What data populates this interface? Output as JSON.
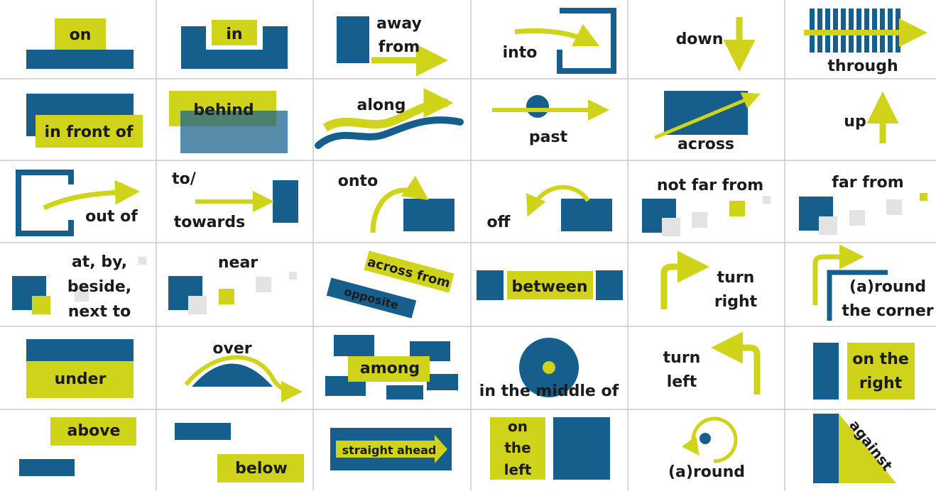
{
  "colors": {
    "blue": "#165f8c",
    "yellow": "#cfd31a",
    "gray": "#e3e3e3",
    "ink": "#1b1b1b",
    "line": "#cccccc"
  },
  "labels": {
    "on": "on",
    "in": "in",
    "away_from_1": "away",
    "away_from_2": "from",
    "into": "into",
    "down": "down",
    "through": "through",
    "in_front_of": "in front of",
    "behind": "behind",
    "along": "along",
    "past": "past",
    "across": "across",
    "up": "up",
    "out_of": "out of",
    "to_towards_1": "to/",
    "to_towards_2": "towards",
    "onto": "onto",
    "off": "off",
    "not_far_from": "not far from",
    "far_from": "far from",
    "at_by_1": "at, by,",
    "at_by_2": "beside,",
    "at_by_3": "next to",
    "near": "near",
    "across_from": "across from",
    "opposite": "opposite",
    "between": "between",
    "turn_right_1": "turn",
    "turn_right_2": "right",
    "around_corner_1": "(a)round",
    "around_corner_2": "the corner",
    "under": "under",
    "over": "over",
    "among": "among",
    "in_the_middle_of": "in the middle of",
    "turn_left_1": "turn",
    "turn_left_2": "left",
    "on_the_right_1": "on the",
    "on_the_right_2": "right",
    "above": "above",
    "below": "below",
    "straight_ahead": "straight ahead",
    "on_the_left_1": "on",
    "on_the_left_2": "the",
    "on_the_left_3": "left",
    "around": "(a)round",
    "against": "against"
  }
}
